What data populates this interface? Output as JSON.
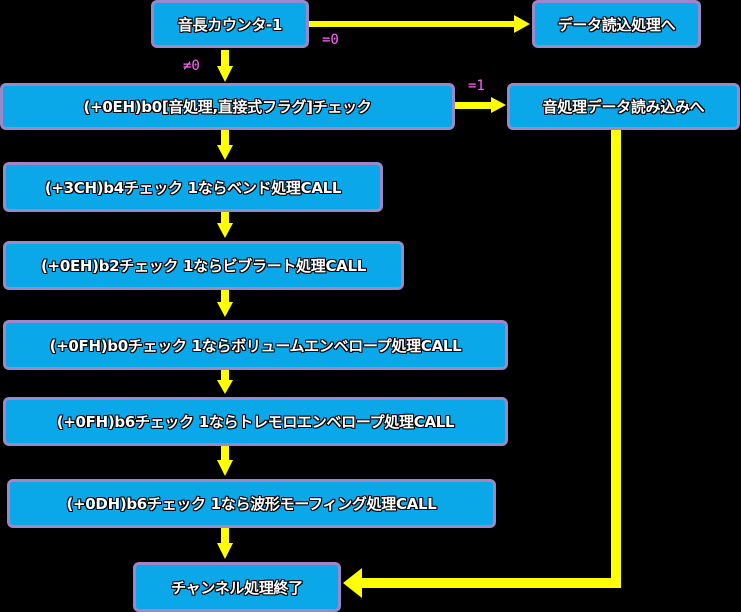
{
  "nodes": {
    "length_counter": "音長カウンタ-1",
    "to_data_read": "データ読込処理へ",
    "sound_flag_check": "(+0EH)b0[音処理,直接式フラグ]チェック",
    "to_sound_data_read": "音処理データ読み込みへ",
    "bend_check": "(+3CH)b4チェック 1ならベンド処理CALL",
    "vibrato_check": "(+0EH)b2チェック 1ならビブラート処理CALL",
    "volume_env_check": "(+0FH)b0チェック 1ならボリュームエンベロープ処理CALL",
    "tremolo_env_check": "(+0FH)b6チェック 1ならトレモロエンベロープ処理CALL",
    "waveform_morph_check": "(+0DH)b6チェック 1なら波形モーフィング処理CALL",
    "channel_end": "チャンネル処理終了"
  },
  "edge_labels": {
    "eq0": "=0",
    "ne0": "≠0",
    "eq1": "=1"
  },
  "colors": {
    "box_fill": "#0aa8e8",
    "box_border": "#9a88c8",
    "arrow": "#ffff00",
    "label": "#ff66ff"
  }
}
